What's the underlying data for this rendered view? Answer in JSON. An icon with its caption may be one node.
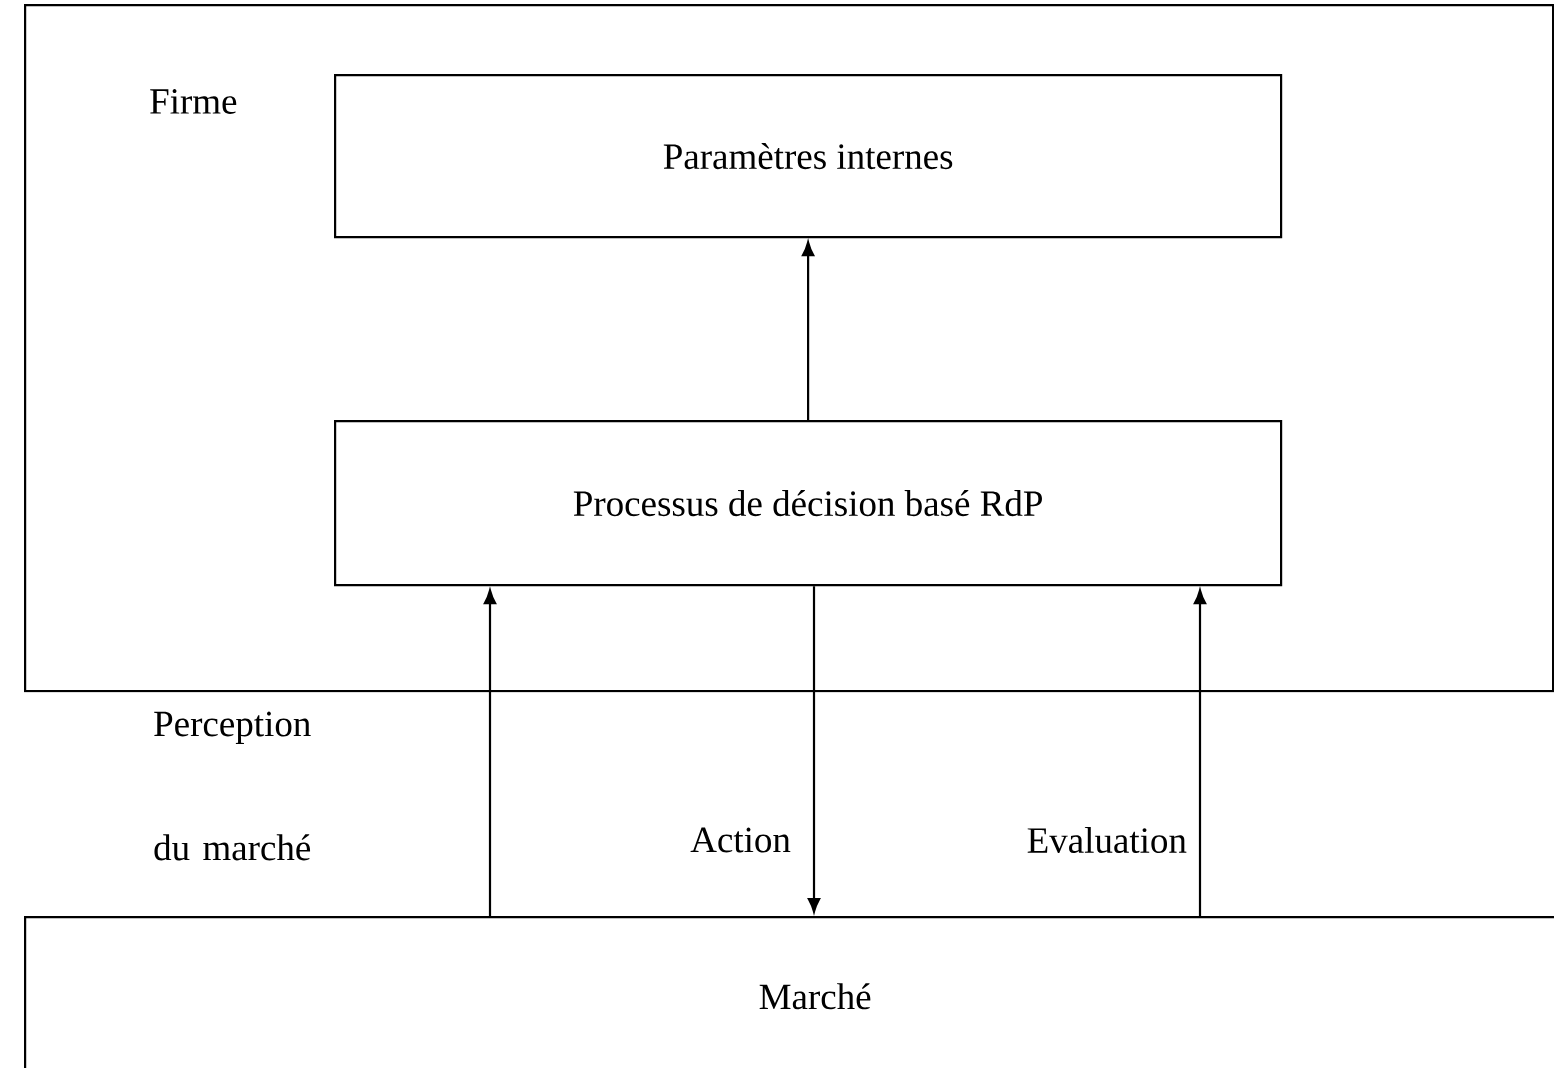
{
  "diagram": {
    "nodes": [
      {
        "text": [
          "Firme"
        ]
      },
      {
        "text": [
          "Paramètres internes"
        ],
        "in": 0
      },
      {
        "text": [
          "Processus de décision basé RdP"
        ],
        "in": 0
      },
      {
        "text": [
          "Marché"
        ]
      }
    ],
    "edges": [
      {
        "from": 2,
        "to": 1,
        "arrow": "to"
      },
      {
        "from": 3,
        "to": 2,
        "arrow": "to",
        "label": "Perception du marché"
      },
      {
        "from": 2,
        "to": 3,
        "arrow": "to",
        "label": "Action"
      },
      {
        "from": 3,
        "to": 2,
        "arrow": "to",
        "label": "Evaluation"
      }
    ]
  }
}
